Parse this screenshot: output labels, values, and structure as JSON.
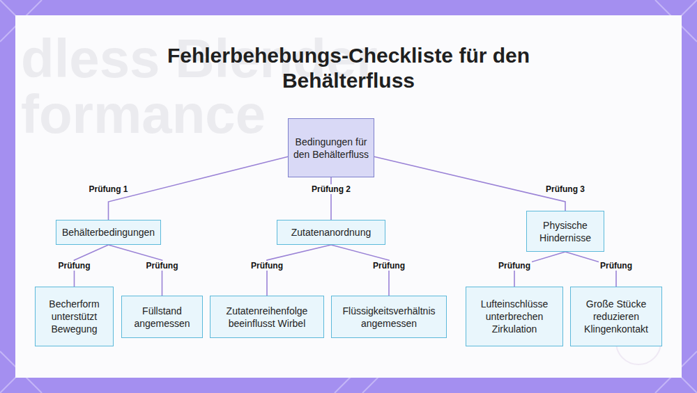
{
  "diagram": {
    "title": "Fehlerbehebungs-Checkliste für den Behälterfluss",
    "nodes": [
      {
        "text": [
          "Bedingungen für den Behälterfluss"
        ]
      },
      {
        "text": [
          "Behälterbedingungen"
        ]
      },
      {
        "text": [
          "Zutatenanordnung"
        ]
      },
      {
        "text": [
          "Physische Hindernisse"
        ]
      },
      {
        "text": [
          "Becherform unterstützt Bewegung"
        ]
      },
      {
        "text": [
          "Füllstand angemessen"
        ]
      },
      {
        "text": [
          "Zutatenreihenfolge beeinflusst Wirbel"
        ]
      },
      {
        "text": [
          "Flüssigkeitsverhältnis angemessen"
        ]
      },
      {
        "text": [
          "Lufteinschlüsse unterbrechen Zirkulation"
        ]
      },
      {
        "text": [
          "Große Stücke reduzieren Klingenkontakt"
        ]
      }
    ],
    "edges": [
      {
        "from": 0,
        "to": 1,
        "label": "Prüfung 1",
        "arrow": "none"
      },
      {
        "from": 0,
        "to": 2,
        "label": "Prüfung 2",
        "arrow": "none"
      },
      {
        "from": 0,
        "to": 3,
        "label": "Prüfung 3",
        "arrow": "none"
      },
      {
        "from": 1,
        "to": 4,
        "label": "Prüfung",
        "arrow": "none"
      },
      {
        "from": 1,
        "to": 5,
        "label": "Prüfung",
        "arrow": "none"
      },
      {
        "from": 2,
        "to": 6,
        "label": "Prüfung",
        "arrow": "none"
      },
      {
        "from": 2,
        "to": 7,
        "label": "Prüfung",
        "arrow": "none"
      },
      {
        "from": 3,
        "to": 8,
        "label": "Prüfung",
        "arrow": "none"
      },
      {
        "from": 3,
        "to": 9,
        "label": "Prüfung",
        "arrow": "none"
      }
    ],
    "labels": [
      "dless Blender",
      "formance"
    ]
  }
}
